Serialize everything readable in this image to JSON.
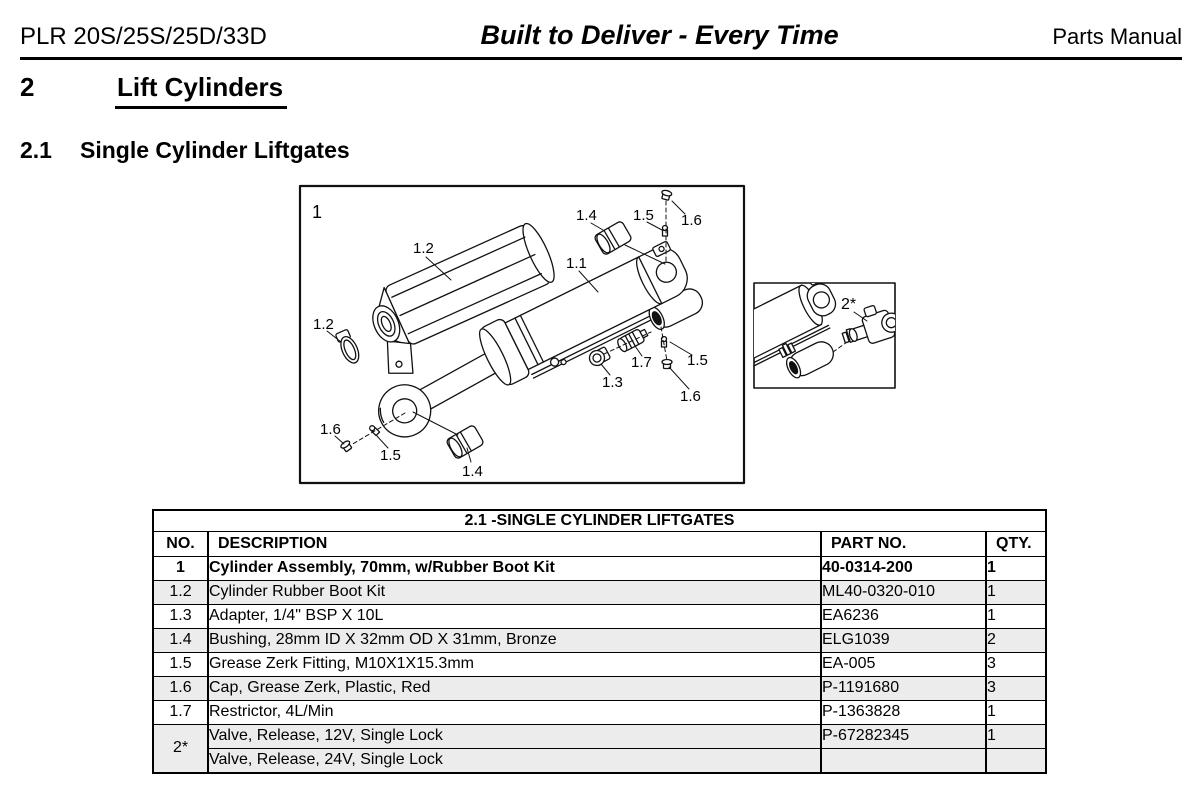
{
  "header": {
    "left": "PLR 20S/25S/25D/33D",
    "center": "Built to Deliver - Every Time",
    "right": "Parts Manual"
  },
  "section": {
    "number": "2",
    "title": "Lift Cylinders"
  },
  "subsection": {
    "number": "2.1",
    "title": "Single Cylinder Liftgates"
  },
  "diagram": {
    "main_callouts": [
      {
        "label": "1"
      },
      {
        "label": "1.2"
      },
      {
        "label": "1.1"
      },
      {
        "label": "1.4"
      },
      {
        "label": "1.5"
      },
      {
        "label": "1.6"
      },
      {
        "label": "1.2"
      },
      {
        "label": "1.7"
      },
      {
        "label": "1.5"
      },
      {
        "label": "1.3"
      },
      {
        "label": "1.6"
      },
      {
        "label": "1.6"
      },
      {
        "label": "1.5"
      },
      {
        "label": "1.4"
      }
    ],
    "inset_callout": "2*"
  },
  "table": {
    "title": "2.1 -SINGLE CYLINDER LIFTGATES",
    "columns": [
      "NO.",
      "DESCRIPTION",
      "PART NO.",
      "QTY."
    ],
    "rows": [
      {
        "no": "1",
        "description": "Cylinder Assembly, 70mm, w/Rubber Boot Kit",
        "part_no": "40-0314-200",
        "qty": "1"
      },
      {
        "no": "1.2",
        "description": "Cylinder Rubber Boot Kit",
        "part_no": "ML40-0320-010",
        "qty": "1"
      },
      {
        "no": "1.3",
        "description": "Adapter, 1/4\" BSP X 10L",
        "part_no": "EA6236",
        "qty": "1"
      },
      {
        "no": "1.4",
        "description": "Bushing, 28mm ID X 32mm OD X 31mm, Bronze",
        "part_no": "ELG1039",
        "qty": "2"
      },
      {
        "no": "1.5",
        "description": "Grease Zerk Fitting, M10X1X15.3mm",
        "part_no": "EA-005",
        "qty": "3"
      },
      {
        "no": "1.6",
        "description": "Cap, Grease Zerk, Plastic, Red",
        "part_no": "P-1191680",
        "qty": "3"
      },
      {
        "no": "1.7",
        "description": "Restrictor, 4L/Min",
        "part_no": "P-1363828",
        "qty": "1"
      },
      {
        "no": "2*",
        "description": "Valve, Release, 12V, Single Lock",
        "part_no": "P-67282345",
        "qty": "1"
      },
      {
        "no": "",
        "description": "Valve, Release, 24V, Single Lock",
        "part_no": "",
        "qty": ""
      }
    ]
  },
  "colors": {
    "row_shade": "#ececec",
    "line": "#000000"
  }
}
